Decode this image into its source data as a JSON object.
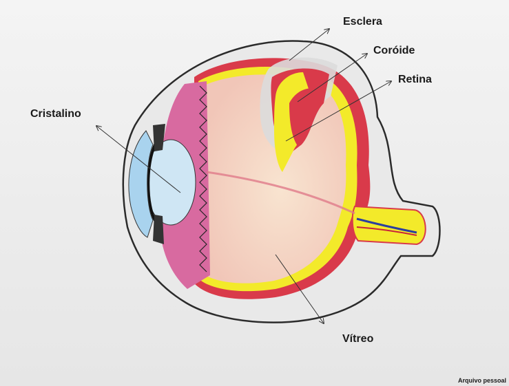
{
  "labels": {
    "esclera": "Esclera",
    "coroide": "Coróide",
    "retina": "Retina",
    "cristalino": "Cristalino",
    "vitreo": "Vítreo"
  },
  "credit": "Arquivo pessoal",
  "colors": {
    "sclera_outline": "#2b2b2b",
    "sclera_fill": "#e9e9e9",
    "choroid": "#d93a4a",
    "retina": "#f3ea2a",
    "vitreous": "#f6dcc8",
    "ciliary": "#d86aa0",
    "lens": "#cfe6f4",
    "cornea": "#a9d3ee",
    "vessel_blue": "#2b3f9e"
  }
}
